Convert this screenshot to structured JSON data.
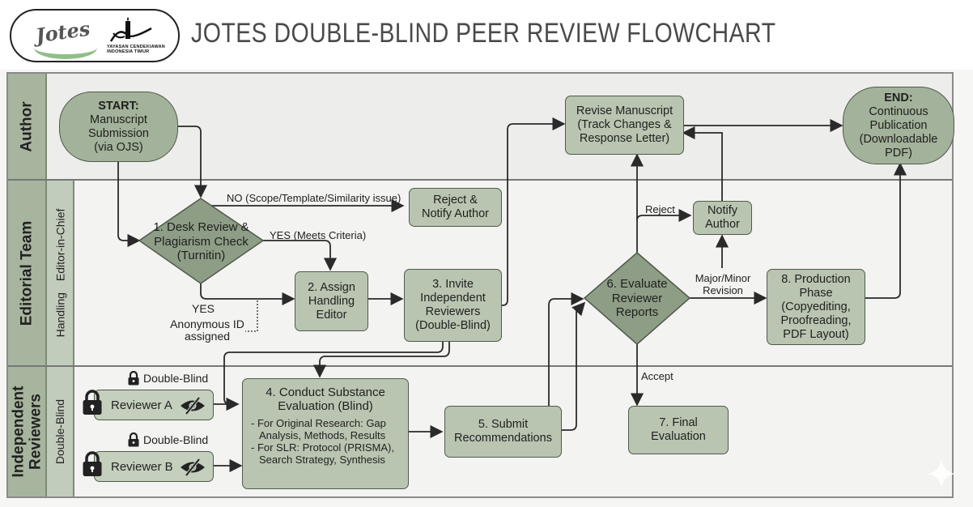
{
  "header": {
    "logo": {
      "journal_name": "Jotes",
      "foundation_caption_line1": "YAYASAN CENDEKIAWAN",
      "foundation_caption_line2": "INDONESIA TIMUR"
    },
    "title": "JOTES DOUBLE-BLIND PEER REVIEW FLOWCHART"
  },
  "colors": {
    "node_fill": "#b9c5b1",
    "terminal_fill": "#a3b29a",
    "diamond_fill": "#8e9d86",
    "lane_header": "#a7b59f",
    "lane_subheader": "#c2ccbc",
    "accent_green": "#8fbf86"
  },
  "lanes": {
    "author": {
      "label": "Author"
    },
    "editorial": {
      "label": "Editorial Team",
      "sublabels": [
        "Handling",
        "Editor-in-Chief"
      ]
    },
    "reviewers": {
      "label_line1": "Independent",
      "label_line2": "Reviewers",
      "sublabel": "Double-Blind"
    }
  },
  "nodes": {
    "start": {
      "title": "START:",
      "lines": "Manuscript Submission (via OJS)",
      "line1": "Manuscript",
      "line2": "Submission",
      "line3": "(via OJS)"
    },
    "desk_review": {
      "line1": "1. Desk Review &",
      "line2": "Plagiarism Check",
      "line3": "(Turnitin)"
    },
    "reject_notify": {
      "line1": "Reject &",
      "line2": "Notify Author"
    },
    "assign_editor": {
      "line1": "2. Assign",
      "line2": "Handling",
      "line3": "Editor"
    },
    "invite_reviewers": {
      "line1": "3. Invite",
      "line2": "Independent",
      "line3": "Reviewers",
      "line4": "(Double-Blind)"
    },
    "revise": {
      "line1": "Revise Manuscript",
      "line2": "(Track Changes &",
      "line3": "Response Letter)"
    },
    "end": {
      "title": "END:",
      "line1": "Continuous",
      "line2": "Publication",
      "line3": "(Downloadable",
      "line4": "PDF)"
    },
    "notify_author": {
      "line1": "Notify",
      "line2": "Author"
    },
    "evaluate": {
      "line1": "6. Evaluate",
      "line2": "Reviewer",
      "line3": "Reports"
    },
    "production": {
      "line1": "8. Production",
      "line2": "Phase",
      "line3": "(Copyediting,",
      "line4": "Proofreading,",
      "line5": "PDF Layout)"
    },
    "conduct": {
      "line1": "4. Conduct Substance",
      "line2": "Evaluation (Blind)",
      "bullets": [
        "- For Original Research: Gap Analysis, Methods, Results",
        "- For SLR: Protocol (PRISMA), Search Strategy, Synthesis"
      ]
    },
    "submit": {
      "line1": "5. Submit",
      "line2": "Recommendations"
    },
    "final": {
      "line1": "7. Final",
      "line2": "Evaluation"
    },
    "reviewer_a": {
      "label": "Reviewer A",
      "badge": "Double-Blind"
    },
    "reviewer_b": {
      "label": "Reviewer B",
      "badge": "Double-Blind"
    }
  },
  "edge_labels": {
    "no": "NO (Scope/Template/Similarity issue)",
    "yes_meets": "YES (Meets Criteria)",
    "yes": "YES",
    "anon_line1": "Anonymous ID",
    "anon_line2": "assigned",
    "reject": "Reject",
    "major_minor_line1": "Major/Minor",
    "major_minor_line2": "Revision",
    "accept": "Accept"
  },
  "icons": {
    "lock": "lock-icon",
    "eye_off": "eye-slash-icon",
    "sparkle": "sparkle-icon"
  }
}
